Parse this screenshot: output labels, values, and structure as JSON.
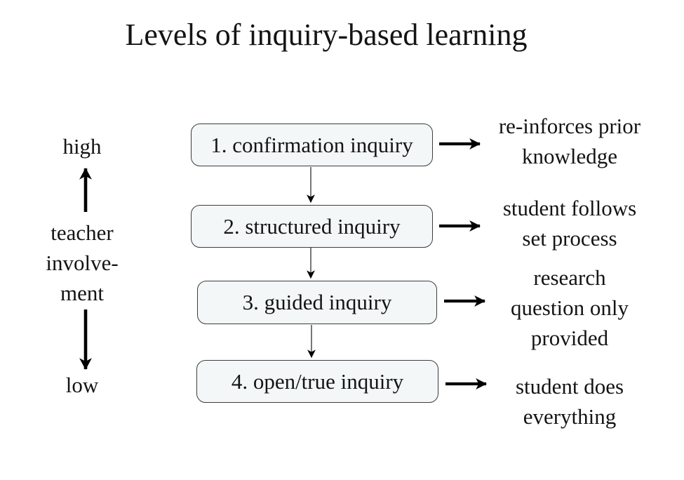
{
  "title": "Levels of inquiry-based learning",
  "axis": {
    "high": "high",
    "low": "low",
    "caption": [
      "teacher",
      "involve-",
      "ment"
    ]
  },
  "levels": [
    {
      "box": "1. confirmation inquiry",
      "desc": [
        "re-inforces prior",
        "knowledge"
      ]
    },
    {
      "box": "2. structured inquiry",
      "desc": [
        "student follows",
        "set process"
      ]
    },
    {
      "box": "3. guided inquiry",
      "desc": [
        "research",
        "question only",
        "provided"
      ]
    },
    {
      "box": "4. open/true inquiry",
      "desc": [
        "student does",
        "everything"
      ]
    }
  ],
  "icons": {
    "up_arrow": "arrow-up-icon",
    "down_arrow": "arrow-down-icon",
    "flow_connectors": "arrow-down-connector-icon",
    "pointers": "arrow-right-icon"
  },
  "colors": {
    "background": "#ffffff",
    "box_fill": "#f3f7f8",
    "box_border": "#3d3d3d",
    "text": "#141414",
    "arrow_black": "#000000",
    "connector_gray": "#555555"
  }
}
